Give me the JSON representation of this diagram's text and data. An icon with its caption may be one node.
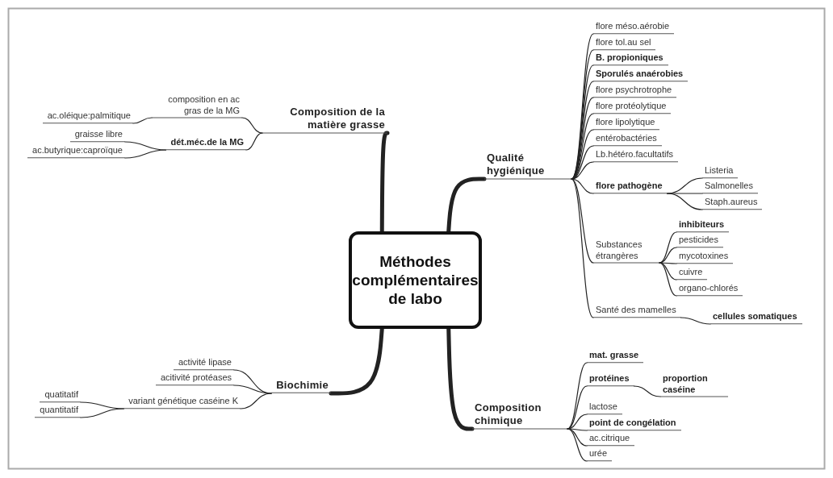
{
  "diagram": {
    "nodes": [
      {
        "text": [
          "Méthodes complémentaires de labo"
        ]
      },
      {
        "text": [
          "Composition de la matière grasse"
        ]
      },
      {
        "text": [
          "composition en ac gras de la MG"
        ]
      },
      {
        "text": [
          "ac.oléique:palmitique"
        ]
      },
      {
        "text": [
          "dét.méc.de la MG"
        ]
      },
      {
        "text": [
          "graisse libre"
        ]
      },
      {
        "text": [
          "ac.butyrique:caproïque"
        ]
      },
      {
        "text": [
          "Qualité hygiénique"
        ]
      },
      {
        "text": [
          "flore méso.aérobie"
        ]
      },
      {
        "text": [
          "flore tol.au sel"
        ]
      },
      {
        "text": [
          "B. propioniques"
        ]
      },
      {
        "text": [
          "Sporulés anaérobies"
        ]
      },
      {
        "text": [
          "flore psychrotrophe"
        ]
      },
      {
        "text": [
          "flore protéolytique"
        ]
      },
      {
        "text": [
          "flore lipolytique"
        ]
      },
      {
        "text": [
          "entérobactéries"
        ]
      },
      {
        "text": [
          "Lb.hétéro.facultatifs"
        ]
      },
      {
        "text": [
          "flore pathogène"
        ]
      },
      {
        "text": [
          "Listeria"
        ]
      },
      {
        "text": [
          "Salmonelles"
        ]
      },
      {
        "text": [
          "Staph.aureus"
        ]
      },
      {
        "text": [
          "Substances étrangères"
        ]
      },
      {
        "text": [
          "inhibiteurs"
        ]
      },
      {
        "text": [
          "pesticides"
        ]
      },
      {
        "text": [
          "mycotoxines"
        ]
      },
      {
        "text": [
          "cuivre"
        ]
      },
      {
        "text": [
          "organo-chlorés"
        ]
      },
      {
        "text": [
          "Santé des mamelles"
        ]
      },
      {
        "text": [
          "cellules somatiques"
        ]
      },
      {
        "text": [
          "Biochimie"
        ]
      },
      {
        "text": [
          "activité lipase"
        ]
      },
      {
        "text": [
          "acitivité protéases"
        ]
      },
      {
        "text": [
          "variant génétique caséine K"
        ]
      },
      {
        "text": [
          "quatitatif"
        ]
      },
      {
        "text": [
          "quantitatif"
        ]
      },
      {
        "text": [
          "Composition chimique"
        ]
      },
      {
        "text": [
          "mat. grasse"
        ]
      },
      {
        "text": [
          "protéines"
        ]
      },
      {
        "text": [
          "proportion caséine"
        ]
      },
      {
        "text": [
          "lactose"
        ]
      },
      {
        "text": [
          "point de congélation"
        ]
      },
      {
        "text": [
          "ac.citrique"
        ]
      },
      {
        "text": [
          "urée"
        ]
      }
    ],
    "edges": [
      {
        "from": 0,
        "to": 1,
        "arrow": "none",
        "style": "thick"
      },
      {
        "from": 1,
        "to": 2,
        "arrow": "none"
      },
      {
        "from": 2,
        "to": 3,
        "arrow": "none"
      },
      {
        "from": 1,
        "to": 4,
        "arrow": "none"
      },
      {
        "from": 4,
        "to": 5,
        "arrow": "none"
      },
      {
        "from": 4,
        "to": 6,
        "arrow": "none"
      },
      {
        "from": 0,
        "to": 7,
        "arrow": "none",
        "style": "thick"
      },
      {
        "from": 7,
        "to": 8,
        "arrow": "none"
      },
      {
        "from": 7,
        "to": 9,
        "arrow": "none"
      },
      {
        "from": 7,
        "to": 10,
        "arrow": "none"
      },
      {
        "from": 7,
        "to": 11,
        "arrow": "none"
      },
      {
        "from": 7,
        "to": 12,
        "arrow": "none"
      },
      {
        "from": 7,
        "to": 13,
        "arrow": "none"
      },
      {
        "from": 7,
        "to": 14,
        "arrow": "none"
      },
      {
        "from": 7,
        "to": 15,
        "arrow": "none"
      },
      {
        "from": 7,
        "to": 16,
        "arrow": "none"
      },
      {
        "from": 7,
        "to": 17,
        "arrow": "none"
      },
      {
        "from": 17,
        "to": 18,
        "arrow": "none"
      },
      {
        "from": 17,
        "to": 19,
        "arrow": "none"
      },
      {
        "from": 17,
        "to": 20,
        "arrow": "none"
      },
      {
        "from": 7,
        "to": 21,
        "arrow": "none"
      },
      {
        "from": 21,
        "to": 22,
        "arrow": "none"
      },
      {
        "from": 21,
        "to": 23,
        "arrow": "none"
      },
      {
        "from": 21,
        "to": 24,
        "arrow": "none"
      },
      {
        "from": 21,
        "to": 25,
        "arrow": "none"
      },
      {
        "from": 21,
        "to": 26,
        "arrow": "none"
      },
      {
        "from": 7,
        "to": 27,
        "arrow": "none"
      },
      {
        "from": 27,
        "to": 28,
        "arrow": "none"
      },
      {
        "from": 0,
        "to": 29,
        "arrow": "none",
        "style": "thick"
      },
      {
        "from": 29,
        "to": 30,
        "arrow": "none"
      },
      {
        "from": 29,
        "to": 31,
        "arrow": "none"
      },
      {
        "from": 29,
        "to": 32,
        "arrow": "none"
      },
      {
        "from": 32,
        "to": 33,
        "arrow": "none"
      },
      {
        "from": 32,
        "to": 34,
        "arrow": "none"
      },
      {
        "from": 0,
        "to": 35,
        "arrow": "none",
        "style": "thick"
      },
      {
        "from": 35,
        "to": 36,
        "arrow": "none"
      },
      {
        "from": 35,
        "to": 37,
        "arrow": "none"
      },
      {
        "from": 37,
        "to": 38,
        "arrow": "none"
      },
      {
        "from": 35,
        "to": 39,
        "arrow": "none"
      },
      {
        "from": 35,
        "to": 40,
        "arrow": "none"
      },
      {
        "from": 35,
        "to": 41,
        "arrow": "none"
      },
      {
        "from": 35,
        "to": 42,
        "arrow": "none"
      }
    ]
  }
}
